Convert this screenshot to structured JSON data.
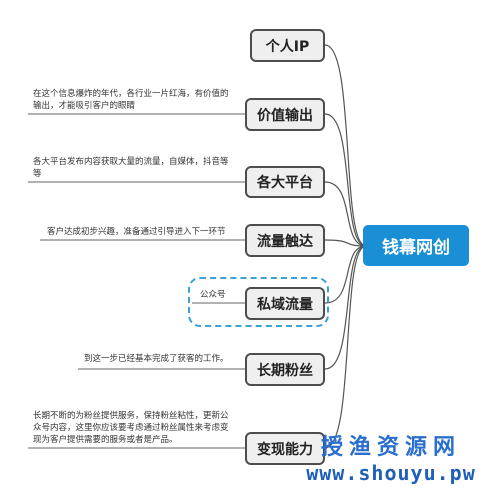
{
  "root": {
    "label": "钱幕网创"
  },
  "branches": [
    {
      "label": "个人IP",
      "note": ""
    },
    {
      "label": "价值输出",
      "note": "在这个信息爆炸的年代，各行业一片红海，有价值的输出，才能吸引客户的眼睛"
    },
    {
      "label": "各大平台",
      "note": "各大平台发布内容获取大量的流量，自媒体，抖音等等"
    },
    {
      "label": "流量触达",
      "note": "客户达成初步兴趣，准备通过引导进入下一环节"
    },
    {
      "label": "私域流量",
      "note": "公众号"
    },
    {
      "label": "长期粉丝",
      "note": "到这一步已经基本完成了获客的工作。"
    },
    {
      "label": "变现能力",
      "note": "长期不断的为粉丝提供服务，保持粉丝粘性，更新公众号内容，这里你应该要考虑通过粉丝属性来考虑变现为客户提供需要的服务或者是产品。"
    }
  ],
  "watermark": {
    "text": "授渔资源网",
    "url": "www.shouyu.pw"
  },
  "colors": {
    "root": "#1a8fd6",
    "node_fill": "#efefef",
    "node_border": "#4d4d4d",
    "highlight": "#3aa0d6"
  }
}
